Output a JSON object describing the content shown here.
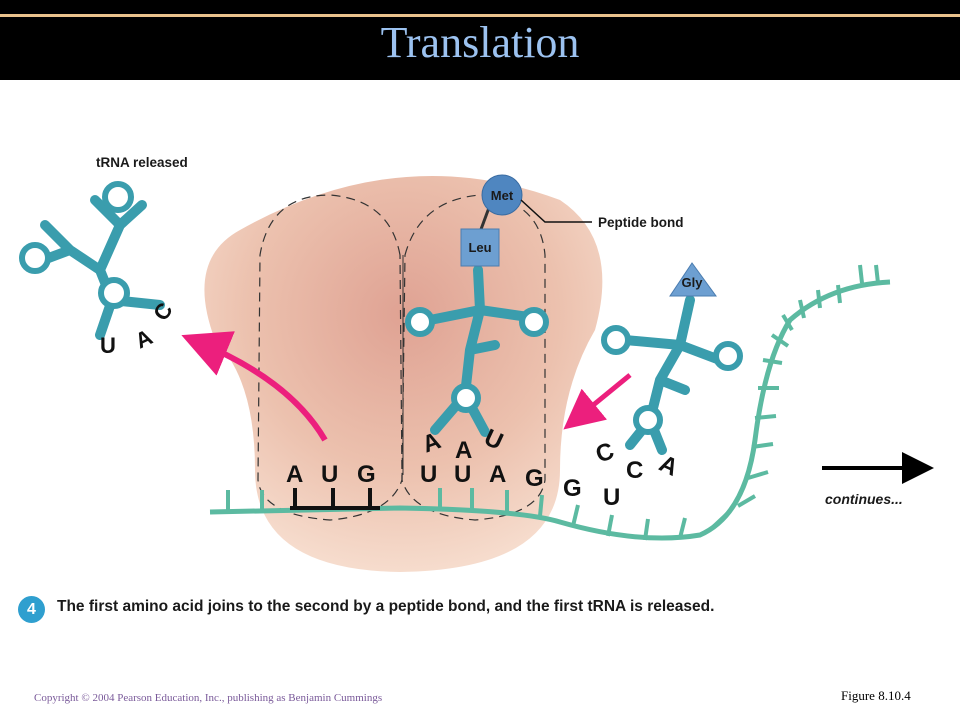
{
  "title": "Translation",
  "labels": {
    "trna_released": "tRNA released",
    "peptide_bond": "Peptide bond",
    "continues": "continues...",
    "amino_acids": {
      "met": "Met",
      "leu": "Leu",
      "gly": "Gly"
    }
  },
  "released_anticodon": [
    "U",
    "A",
    "C"
  ],
  "codons_in_ribosome": [
    "A",
    "U",
    "G",
    "U",
    "U",
    "A"
  ],
  "mrna_after_ribosome": [
    "G",
    "G",
    "U"
  ],
  "leu_anticodon": [
    "A",
    "A",
    "U"
  ],
  "gly_anticodon": [
    "C",
    "C",
    "A"
  ],
  "step": {
    "number": "4",
    "text": "The first amino acid joins to the second by a peptide bond, and the first tRNA is released."
  },
  "footer": {
    "copyright": "Copyright © 2004 Pearson Education, Inc., publishing as Benjamin Cummings",
    "figure": "Figure 8.10.4"
  },
  "colors": {
    "trna": "#3a9dad",
    "mrna": "#5cbaa1",
    "ribosome": "#ecbca8",
    "arrow_pink": "#ec1f7d",
    "amino_acid": "#5b92c8"
  }
}
